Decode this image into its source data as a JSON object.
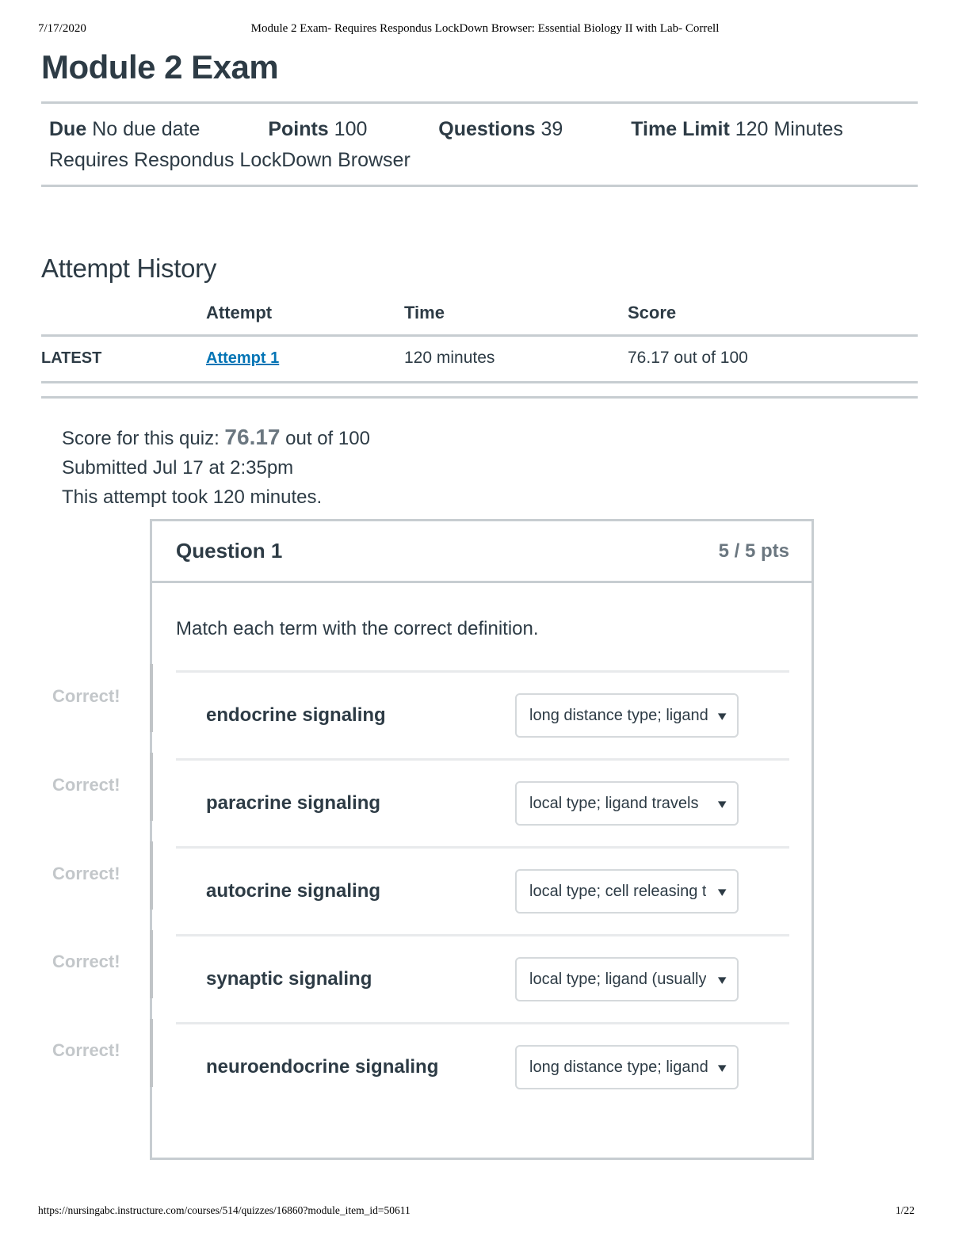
{
  "print": {
    "date": "7/17/2020",
    "doc_title": "Module 2 Exam- Requires Respondus LockDown Browser: Essential Biology II with Lab- Correll",
    "url": "https://nursingabc.instructure.com/courses/514/quizzes/16860?module_item_id=50611",
    "page_number": "1/22"
  },
  "quiz": {
    "title": "Module 2 Exam",
    "due_label": "Due",
    "due_value": "No due date",
    "points_label": "Points",
    "points_value": "100",
    "questions_label": "Questions",
    "questions_value": "39",
    "time_limit_label": "Time Limit",
    "time_limit_value": "120 Minutes",
    "requirement": "Requires Respondus LockDown Browser"
  },
  "attempt_history": {
    "heading": "Attempt History",
    "columns": [
      "",
      "Attempt",
      "Time",
      "Score"
    ],
    "rows": [
      {
        "flag": "LATEST",
        "attempt": "Attempt 1",
        "time": "120 minutes",
        "score": "76.17 out of 100"
      }
    ]
  },
  "score_summary": {
    "prefix": "Score for this quiz:",
    "score": "76.17",
    "suffix": "out of 100",
    "submitted": "Submitted Jul 17 at 2:35pm",
    "duration": "This attempt took 120 minutes."
  },
  "question": {
    "name": "Question 1",
    "points": "5 / 5 pts",
    "prompt": "Match each term with the correct definition.",
    "correct_label": "Correct!",
    "chevron": "⌄",
    "matches": [
      {
        "term": "endocrine signaling",
        "selected": "long distance type; ligand",
        "status": "Correct!"
      },
      {
        "term": "paracrine signaling",
        "selected": "local type; ligand travels",
        "status": "Correct!"
      },
      {
        "term": "autocrine signaling",
        "selected": "local type; cell releasing t",
        "status": "Correct!"
      },
      {
        "term": "synaptic signaling",
        "selected": "local type; ligand (usually",
        "status": "Correct!"
      },
      {
        "term": "neuroendocrine signaling",
        "selected": "long distance type; ligand",
        "status": "Correct!"
      }
    ]
  },
  "colors": {
    "link": "#0374b5",
    "text": "#2d3b45",
    "rule": "#c7cdd1",
    "muted": "#6b7780",
    "correct_flag": "#c3c7ca"
  }
}
